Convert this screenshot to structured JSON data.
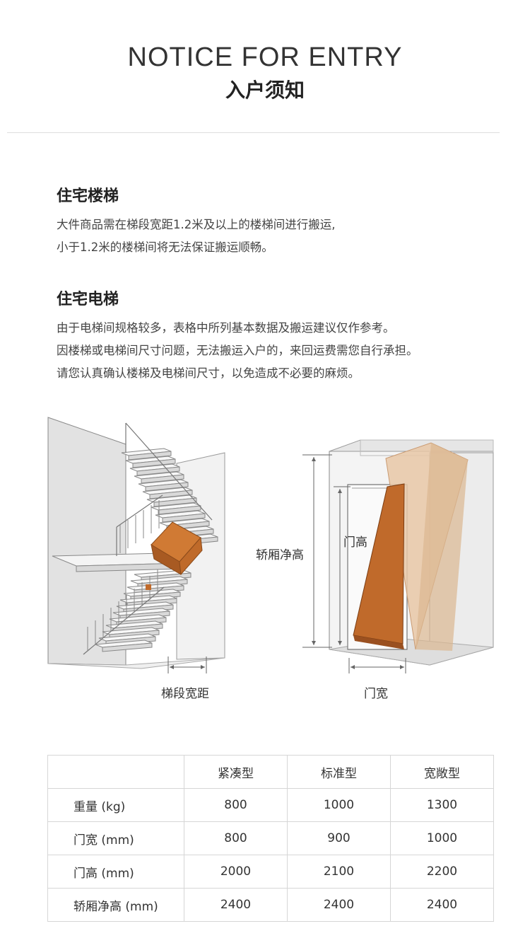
{
  "header": {
    "title_en": "NOTICE FOR ENTRY",
    "title_cn": "入户须知"
  },
  "stairs": {
    "heading": "住宅楼梯",
    "lines": [
      "大件商品需在梯段宽距1.2米及以上的楼梯间进行搬运,",
      "小于1.2米的楼梯间将无法保证搬运顺畅。"
    ]
  },
  "elevator": {
    "heading": "住宅电梯",
    "lines": [
      "由于电梯间规格较多，表格中所列基本数据及搬运建议仅作参考。",
      "因楼梯或电梯间尺寸问题，无法搬运入户的，来回运费需您自行承担。",
      "请您认真确认楼梯及电梯间尺寸，以免造成不必要的麻烦。"
    ]
  },
  "illustration": {
    "stair_width_label": "梯段宽距",
    "door_width_label": "门宽",
    "cabin_height_label": "轿厢净高",
    "door_height_label": "门高",
    "colors": {
      "box": "#c06a2b",
      "box_dark": "#a85a22",
      "box_ghost": "#e8c7a6",
      "wall": "#dcdcdc",
      "line": "#666666"
    }
  },
  "table": {
    "headers": [
      "",
      "紧凑型",
      "标准型",
      "宽敞型"
    ],
    "rows": [
      {
        "label": "重量 (kg)",
        "values": [
          "800",
          "1000",
          "1300"
        ]
      },
      {
        "label": "门宽 (mm)",
        "values": [
          "800",
          "900",
          "1000"
        ]
      },
      {
        "label": "门高 (mm)",
        "values": [
          "2000",
          "2100",
          "2200"
        ]
      },
      {
        "label": "轿厢净高 (mm)",
        "values": [
          "2400",
          "2400",
          "2400"
        ]
      }
    ]
  }
}
